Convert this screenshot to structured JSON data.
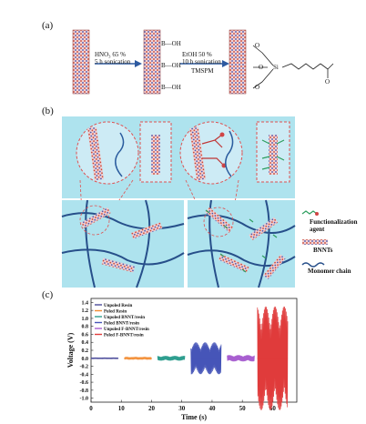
{
  "panels": {
    "a_label": "(a)",
    "b_label": "(b)",
    "c_label": "(c)"
  },
  "panel_a": {
    "step1_line1": "HNO₃  65 %",
    "step1_line2": "5 h sonication",
    "step2_line1": "EtOH  50 %",
    "step2_line2": "10 h sonication",
    "step2_reagent": "TMSPM",
    "hydroxyl_1": "B—OH",
    "hydroxyl_2": "B—OH",
    "hydroxyl_3": "B—OH",
    "silane_atom": "Si",
    "oxygen_label": "O"
  },
  "panel_b": {
    "legend": [
      {
        "label": "Functionalization agent"
      },
      {
        "label": "BNNTs"
      },
      {
        "label": "Monomer chain"
      }
    ]
  },
  "chart_data": {
    "type": "line",
    "xlabel": "Time (s)",
    "ylabel": "Voltage (V)",
    "xlim": [
      0,
      68
    ],
    "ylim": [
      -1.1,
      1.5
    ],
    "xticks": [
      "0",
      "10",
      "20",
      "30",
      "40",
      "50",
      "60"
    ],
    "yticks": [
      "-1.0",
      "-0.8",
      "-0.6",
      "-0.4",
      "-0.2",
      "0.0",
      "0.2",
      "0.4",
      "0.6",
      "0.8",
      "1.0",
      "1.2",
      "1.4"
    ],
    "legend_position": "top-left",
    "series": [
      {
        "name": "Unpoled Resin",
        "color": "#4b4b9a",
        "x_range": [
          0,
          9
        ],
        "amplitude": 0.01
      },
      {
        "name": "Poled Resin",
        "color": "#f28b30",
        "x_range": [
          11,
          20
        ],
        "amplitude": 0.02
      },
      {
        "name": "Unpoled BNNT/resin",
        "color": "#2e9e8f",
        "x_range": [
          22,
          31
        ],
        "amplitude": 0.06
      },
      {
        "name": "Poled BNNT/resin",
        "color": "#4655b8",
        "x_range": [
          33,
          43
        ],
        "amplitude": 0.4
      },
      {
        "name": "Unpoled F-BNNT/resin",
        "color": "#a85fd0",
        "x_range": [
          45,
          54
        ],
        "amplitude": 0.08
      },
      {
        "name": "Poled F-BNNT/resin",
        "color": "#e03b3b",
        "x_range": [
          55,
          65
        ],
        "amplitude": 1.3
      }
    ]
  }
}
